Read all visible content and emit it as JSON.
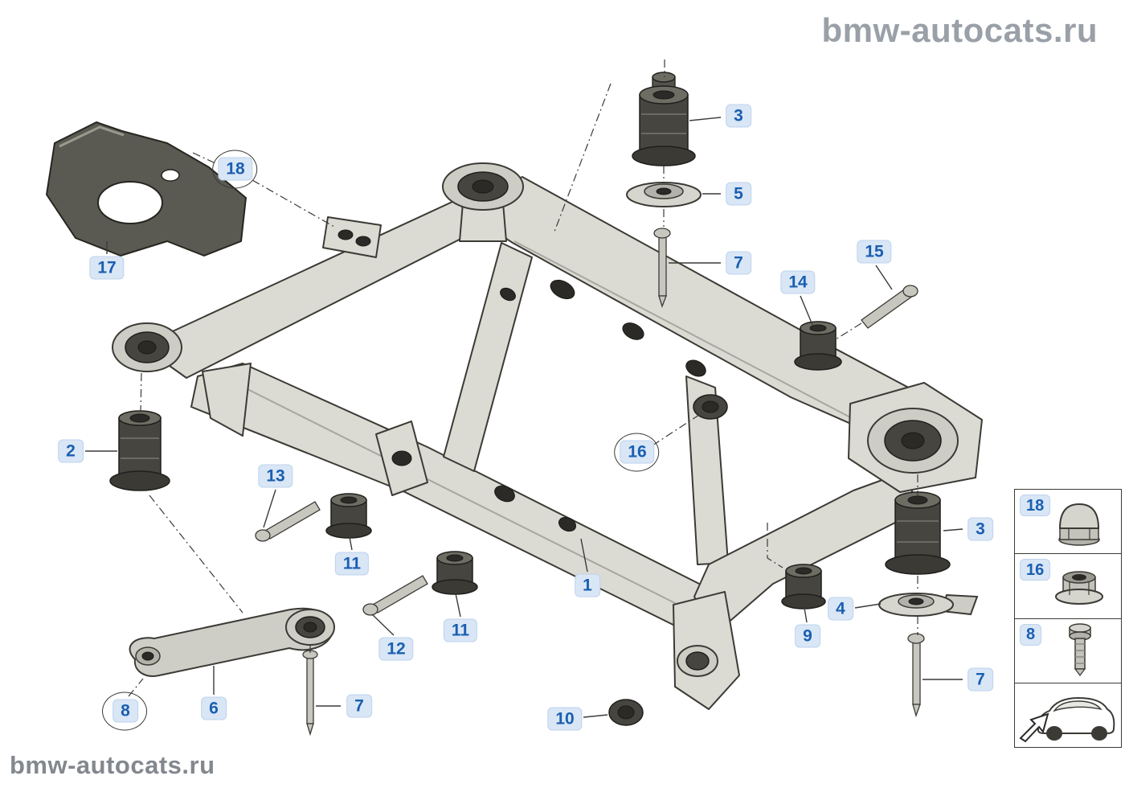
{
  "watermarks": {
    "top_right": "bmw-autocats.ru",
    "bottom_left": "bmw-autocats.ru"
  },
  "callouts": {
    "c3_top": "3",
    "c5": "5",
    "c7_top": "7",
    "c15": "15",
    "c14": "14",
    "c18": "18",
    "c17": "17",
    "c2": "2",
    "c13": "13",
    "c11_a": "11",
    "c16": "16",
    "c12": "12",
    "c11_b": "11",
    "c1": "1",
    "c9": "9",
    "c4": "4",
    "c3_right": "3",
    "c7_right": "7",
    "c6": "6",
    "c8": "8",
    "c7_bottom": "7",
    "c10": "10"
  },
  "legend": {
    "item18": "18",
    "item16": "16",
    "item8": "8",
    "icons": {
      "cap_nut": "cap-nut-icon",
      "flange_nut": "flange-nut-icon",
      "bolt": "hex-bolt-icon",
      "car": "car-rear-icon"
    }
  },
  "colors": {
    "callout_text": "#1a5fb0",
    "callout_bg": "#d9e6f6",
    "watermark_top": "#9aa0a8",
    "watermark_bottom": "#83888e",
    "line": "#3a3a38"
  }
}
